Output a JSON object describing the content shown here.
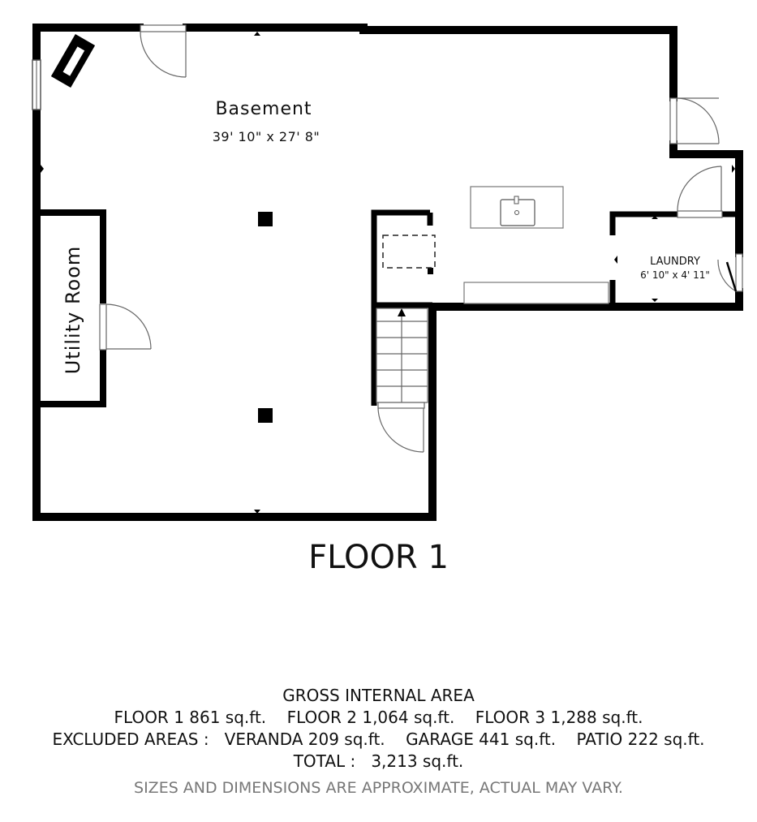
{
  "rooms": {
    "basement": {
      "name": "Basement",
      "dims": "39' 10\" x 27' 8\""
    },
    "utility": {
      "name": "Utility Room"
    },
    "laundry": {
      "name": "LAUNDRY",
      "dims": "6' 10\" x 4' 11\""
    }
  },
  "floor_title": "FLOOR 1",
  "footer": {
    "heading": "GROSS INTERNAL AREA",
    "floors_line": "FLOOR 1 861 sq.ft.    FLOOR 2 1,064 sq.ft.    FLOOR 3 1,288 sq.ft.",
    "excluded_line": "EXCLUDED AREAS :   VERANDA 209 sq.ft.    GARAGE 441 sq.ft.    PATIO 222 sq.ft.",
    "total_line": "TOTAL :   3,213 sq.ft.",
    "note": "SIZES AND DIMENSIONS ARE APPROXIMATE, ACTUAL MAY VARY."
  },
  "colors": {
    "wall": "#000000",
    "door": "#666666",
    "note": "#777777"
  }
}
